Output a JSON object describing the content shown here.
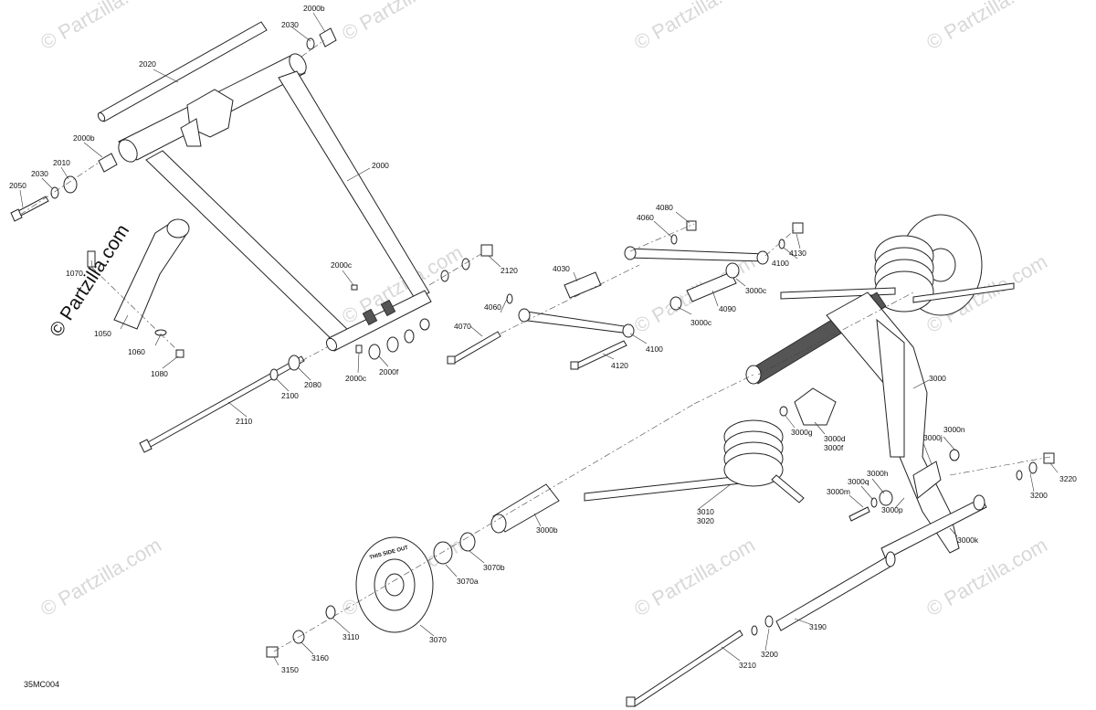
{
  "watermark_text": "© Partzilla.com",
  "logo_text": "© Partzilla.com",
  "drawing_id": "35MC004",
  "tire_text": "THIS SIDE OUT",
  "labels": {
    "l2020": "2020",
    "l2030a": "2030",
    "l2000b_a": "2000b",
    "l2000b_b": "2000b",
    "l2030b": "2030",
    "l2010": "2010",
    "l2050": "2050",
    "l2000": "2000",
    "l1070": "1070",
    "l1050": "1050",
    "l1060": "1060",
    "l1080": "1080",
    "l2000c_a": "2000c",
    "l2000c_b": "2000c",
    "l2000f": "2000f",
    "l2080": "2080",
    "l2100": "2100",
    "l2110": "2110",
    "l2120": "2120",
    "l4080": "4080",
    "l4060a": "4060",
    "l4030": "4030",
    "l4130": "4130",
    "l4100a": "4100",
    "l3000c_a": "3000c",
    "l4090": "4090",
    "l3000c_b": "3000c",
    "l4060b": "4060",
    "l4070": "4070",
    "l4100b": "4100",
    "l4120": "4120",
    "l3000": "3000",
    "l3000g": "3000g",
    "l3000d": "3000d",
    "l3000f": "3000f",
    "l3000n": "3000n",
    "l3000j": "3000j",
    "l3000h": "3000h",
    "l3000q": "3000q",
    "l3000m": "3000m",
    "l3000p": "3000p",
    "l3220": "3220",
    "l3200a": "3200",
    "l3000k": "3000k",
    "l3010": "3010",
    "l3020": "3020",
    "l3000b": "3000b",
    "l3070b": "3070b",
    "l3070a": "3070a",
    "l3070": "3070",
    "l3110": "3110",
    "l3160": "3160",
    "l3150": "3150",
    "l3190": "3190",
    "l3200b": "3200",
    "l3210": "3210"
  },
  "colors": {
    "line": "#222222",
    "watermark": "#d8d8d8",
    "background": "#ffffff"
  }
}
